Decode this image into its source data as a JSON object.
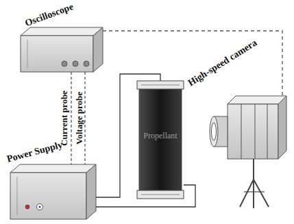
{
  "diagram": {
    "nodes": [
      {
        "text": [
          "Oscilloscope"
        ]
      },
      {
        "text": [
          "Power Supply"
        ]
      },
      {
        "text": [
          "Propellant"
        ]
      },
      {
        "text": [
          "High-speed camera"
        ]
      }
    ],
    "edges": [
      {
        "from": 0,
        "to": 1,
        "label": "Current probe",
        "arrow": "none"
      },
      {
        "from": 0,
        "to": 1,
        "label": "Voltage probe",
        "arrow": "none"
      },
      {
        "from": 1,
        "to": 2,
        "arrow": "none"
      },
      {
        "from": 1,
        "to": 2,
        "arrow": "none"
      },
      {
        "from": 0,
        "to": 3,
        "arrow": "none"
      }
    ]
  }
}
